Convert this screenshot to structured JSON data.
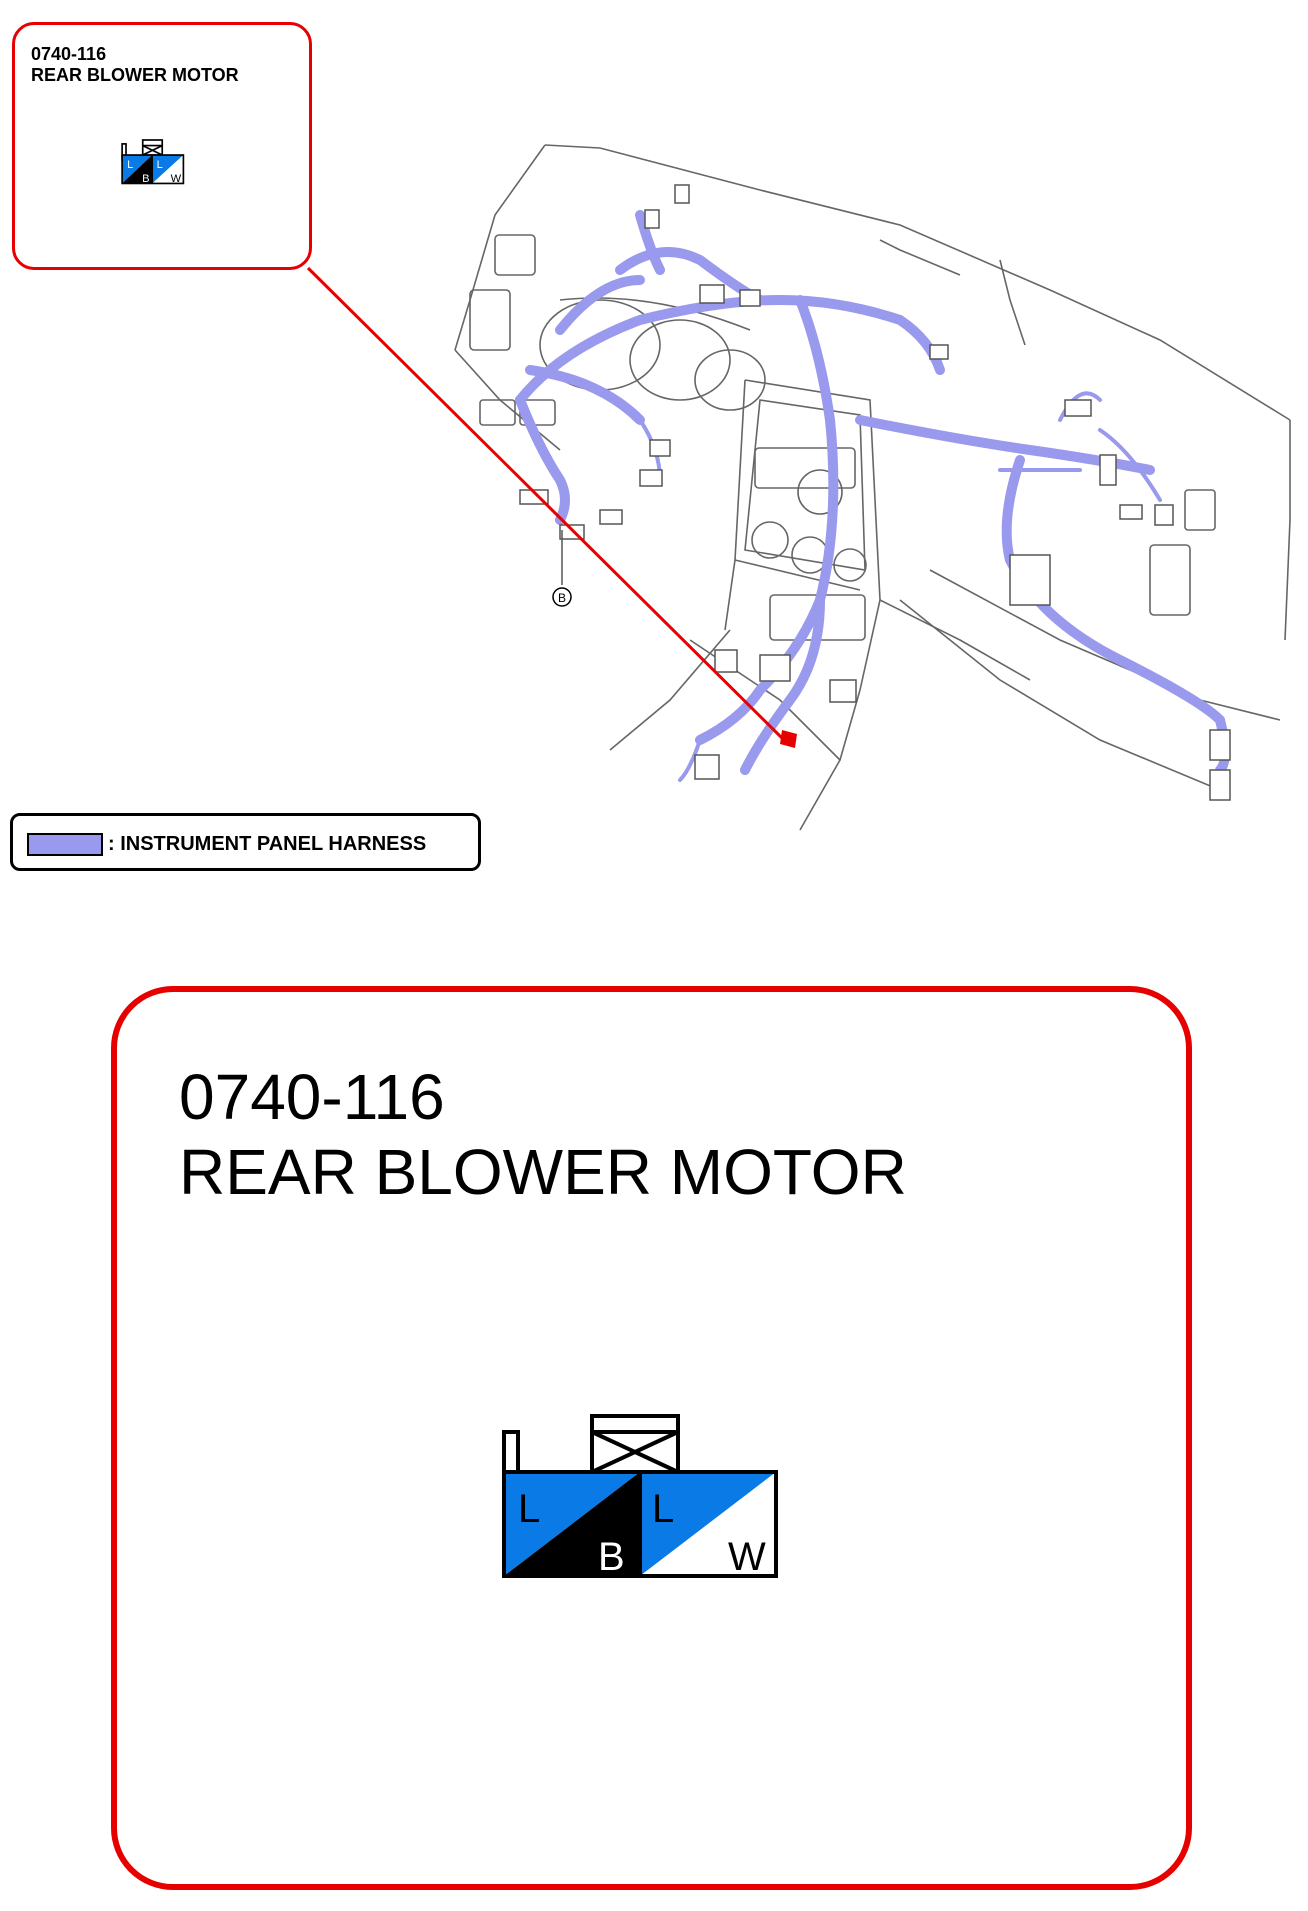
{
  "connector": {
    "code": "0740-116",
    "name": "REAR BLOWER MOTOR",
    "pins": [
      {
        "top": "L",
        "bottom": "B"
      },
      {
        "top": "L",
        "bottom": "W"
      }
    ]
  },
  "drawing": {
    "ground_marker": "B"
  },
  "legend": {
    "label": ": INSTRUMENT PANEL HARNESS",
    "harness_color": "#9999ee"
  },
  "colors": {
    "callout_border": "#e60000",
    "blue_wire": "#0a7ae6",
    "black_wire": "#000000"
  }
}
